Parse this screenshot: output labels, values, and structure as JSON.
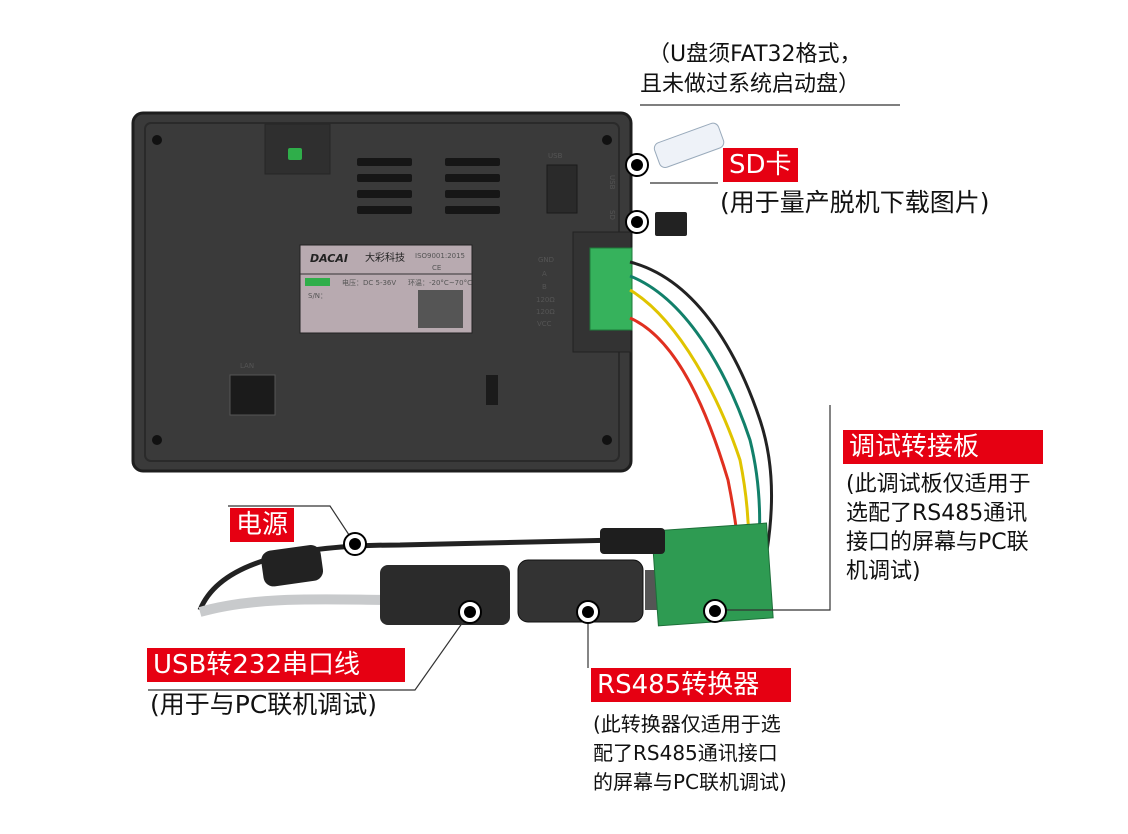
{
  "usb_note": {
    "line1": "（U盘须FAT32格式，",
    "line2": "且未做过系统启动盘）"
  },
  "sd": {
    "tag": "SD卡",
    "note": "(用于量产脱机下载图片)"
  },
  "debug_board": {
    "tag": "调试转接板",
    "lines": [
      "(此调试板仅适用于",
      "选配了RS485通讯",
      "接口的屏幕与PC联",
      "机调试)"
    ]
  },
  "power": {
    "tag": "电源"
  },
  "usb232": {
    "tag": "USB转232串口线",
    "note": "(用于与PC联机调试)"
  },
  "rs485": {
    "tag": "RS485转换器",
    "lines": [
      "(此转换器仅适用于选",
      "配了RS485通讯接口",
      "的屏幕与PC联机调试)"
    ]
  },
  "device_label": {
    "brand": "DACAI",
    "brand_cn": "大彩科技",
    "iso": "ISO9001:2015",
    "ce": "CE",
    "power": "电压：DC 5-36V",
    "temp": "环温：-20°C~70°C",
    "sn": "S/N："
  },
  "ports": {
    "usb": "USB",
    "sd": "SD",
    "lan": "LAN",
    "pins": [
      "GND",
      "A",
      "B",
      "120Ω",
      "120Ω",
      "VCC"
    ]
  },
  "colors": {
    "tag": "#e60012",
    "device": "#3a3a3a"
  }
}
